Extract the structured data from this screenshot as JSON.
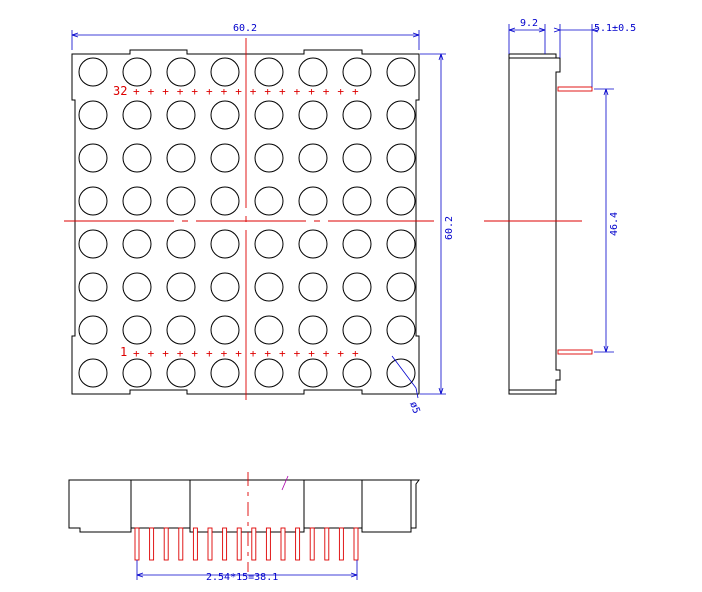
{
  "front_view": {
    "matrix_rows": 8,
    "matrix_cols": 8,
    "pin_row_count": 16,
    "label_top_row": "32",
    "label_bottom_row": "1",
    "width_dim": "60.2",
    "height_dim": "60.2",
    "led_diameter_dim": "ø5"
  },
  "side_view": {
    "depth_dim": "9.2",
    "pin_length_dim": "5.1±0.5",
    "pin_row_spacing_dim": "46.4"
  },
  "bottom_view": {
    "pin_count": 16,
    "pin_pitch_dim": "2.54*15=38.1"
  },
  "colors": {
    "outline": "#000000",
    "dimension": "#0000cc",
    "centerline": "#dd0000"
  }
}
